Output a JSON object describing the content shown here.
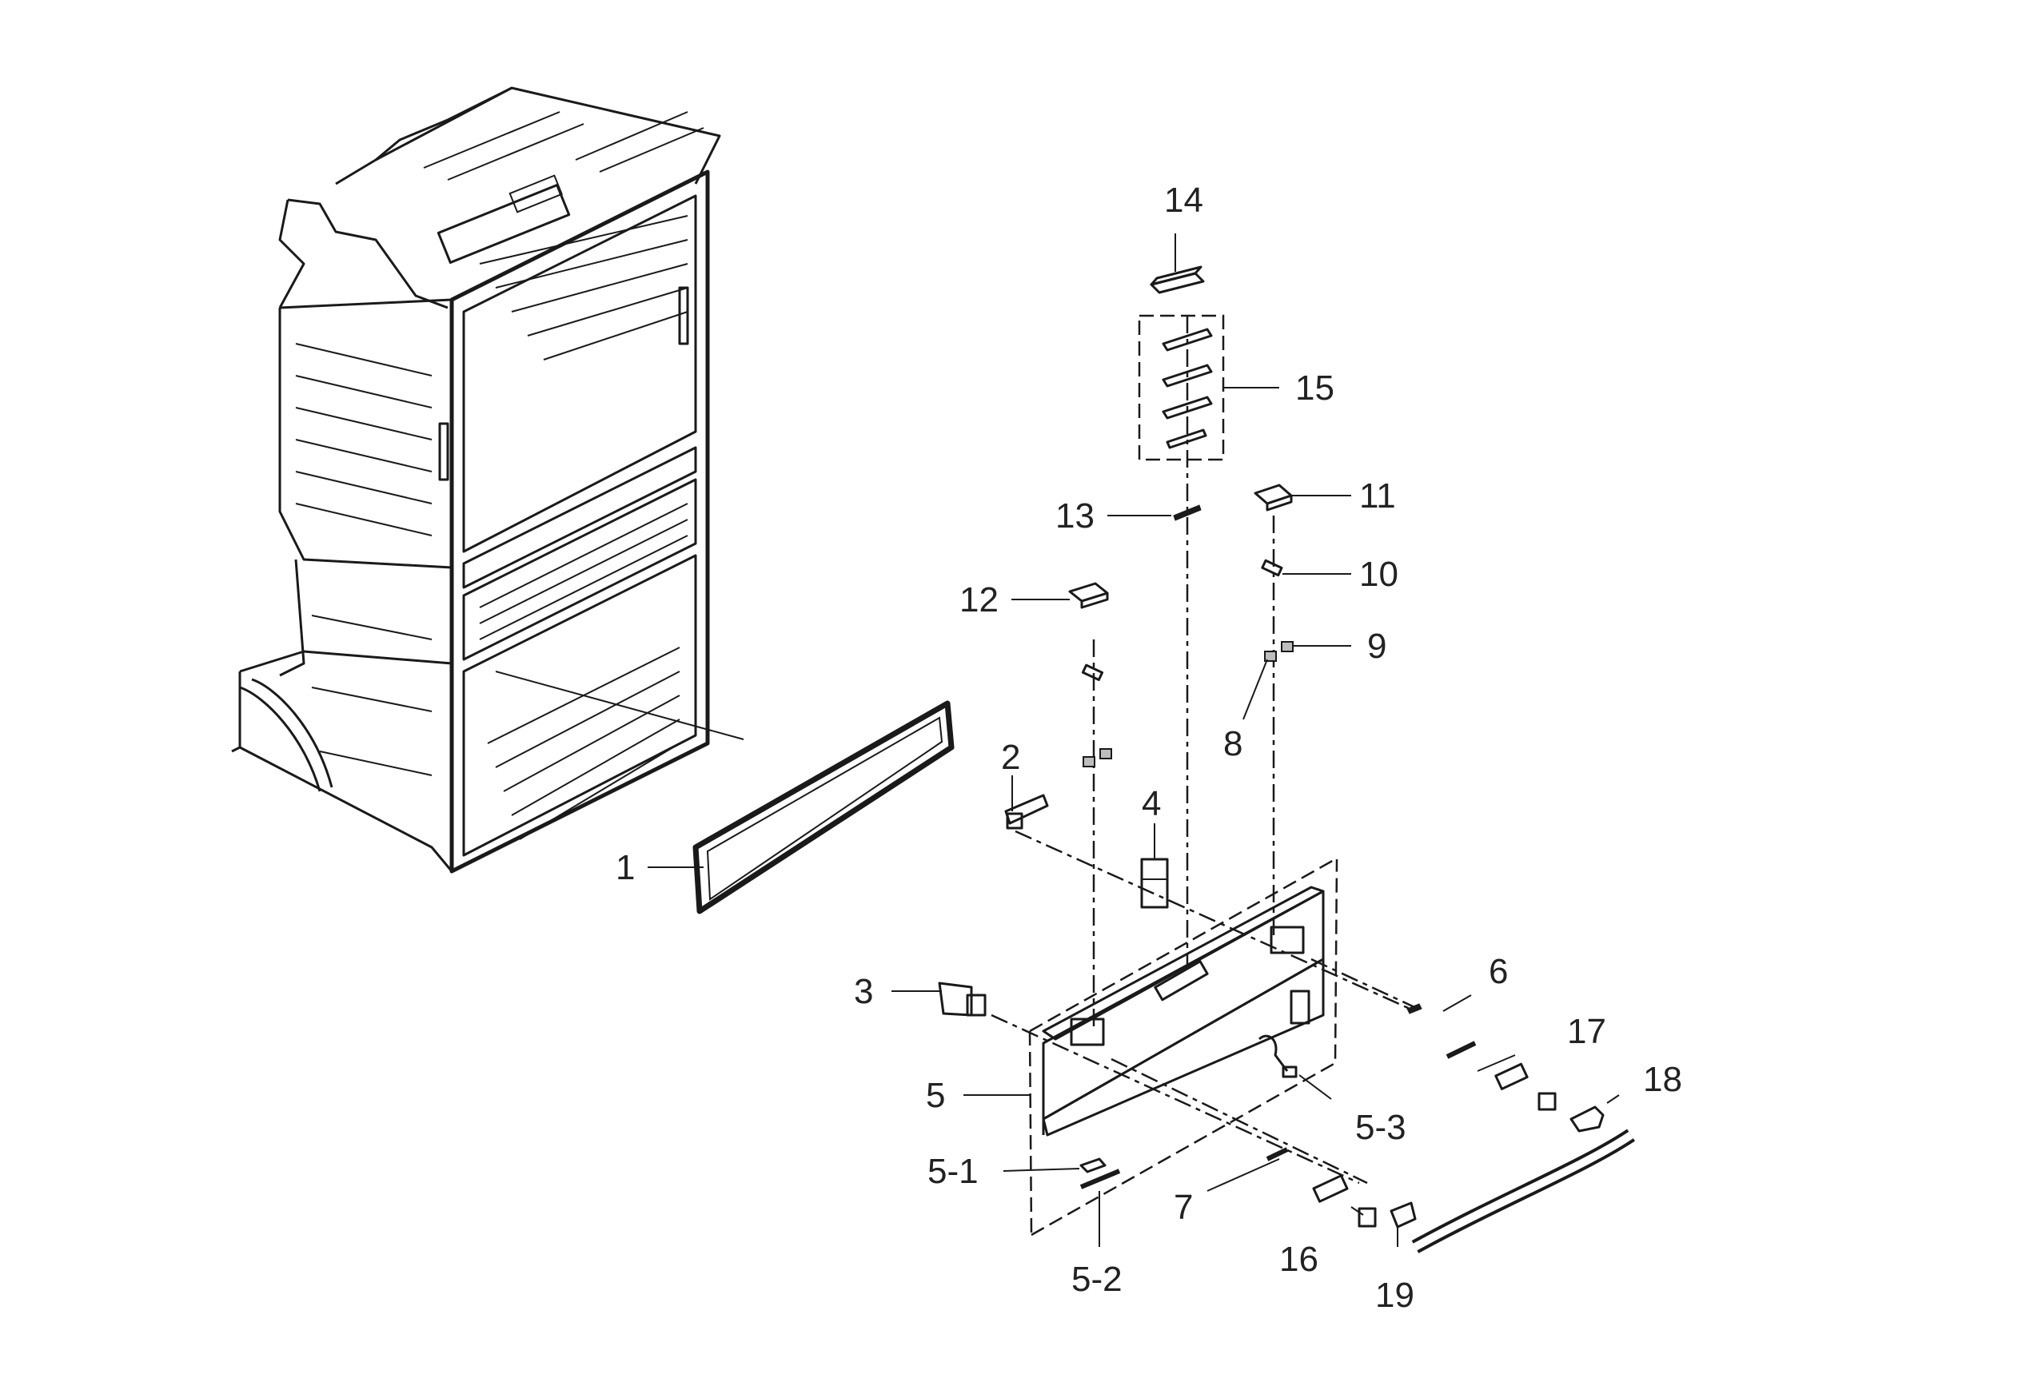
{
  "diagram": {
    "callouts": [
      {
        "id": "1",
        "label": "1"
      },
      {
        "id": "2",
        "label": "2"
      },
      {
        "id": "3",
        "label": "3"
      },
      {
        "id": "4",
        "label": "4"
      },
      {
        "id": "5",
        "label": "5"
      },
      {
        "id": "5-1",
        "label": "5-1"
      },
      {
        "id": "5-2",
        "label": "5-2"
      },
      {
        "id": "5-3",
        "label": "5-3"
      },
      {
        "id": "6",
        "label": "6"
      },
      {
        "id": "7",
        "label": "7"
      },
      {
        "id": "8",
        "label": "8"
      },
      {
        "id": "9",
        "label": "9"
      },
      {
        "id": "10",
        "label": "10"
      },
      {
        "id": "11",
        "label": "11"
      },
      {
        "id": "12",
        "label": "12"
      },
      {
        "id": "13",
        "label": "13"
      },
      {
        "id": "14",
        "label": "14"
      },
      {
        "id": "15",
        "label": "15"
      },
      {
        "id": "16",
        "label": "16"
      },
      {
        "id": "17",
        "label": "17"
      },
      {
        "id": "18",
        "label": "18"
      },
      {
        "id": "19",
        "label": "19"
      }
    ],
    "colors": {
      "line": "#1a1a1a",
      "label": "#222222",
      "background": "#ffffff"
    }
  }
}
